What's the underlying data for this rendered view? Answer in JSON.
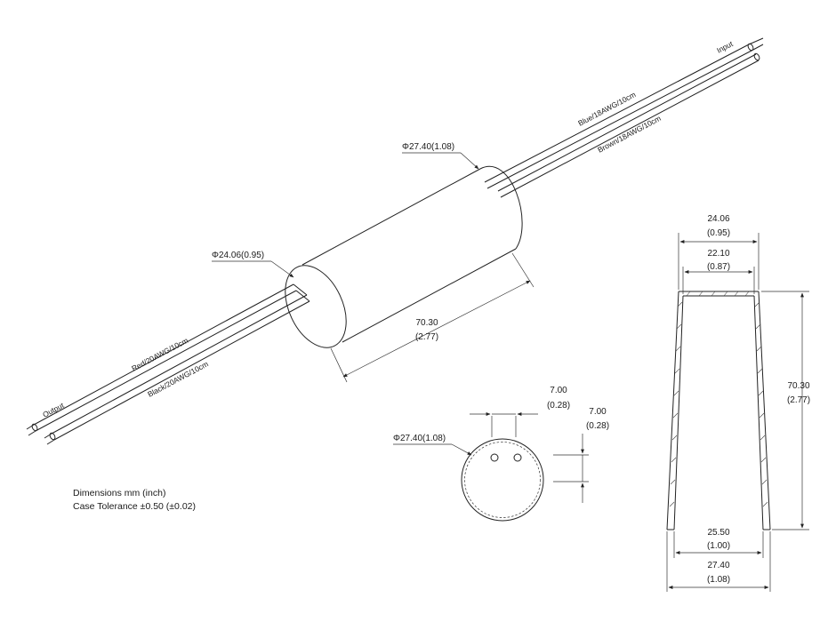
{
  "labels": {
    "input": "Input",
    "output": "Output",
    "wire_blue": "Blue/18AWG/10cm",
    "wire_brown": "Brown/18AWG/10cm",
    "wire_red": "Red/20AWG/10cm",
    "wire_black": "Black/20AWG/10cm"
  },
  "dims": {
    "body_dia_top": "Φ27.40(1.08)",
    "body_dia_small": "Φ24.06(0.95)",
    "length_mm": "70.30",
    "length_in": "(2.77)",
    "end_dia": "Φ27.40(1.08)",
    "pin_spacing_h_mm": "7.00",
    "pin_spacing_h_in": "(0.28)",
    "pin_spacing_v_mm": "7.00",
    "pin_spacing_v_in": "(0.28)",
    "section_top_outer_mm": "24.06",
    "section_top_outer_in": "(0.95)",
    "section_top_inner_mm": "22.10",
    "section_top_inner_in": "(0.87)",
    "section_height_mm": "70.30",
    "section_height_in": "(2.77)",
    "section_bottom_inner_mm": "25.50",
    "section_bottom_inner_in": "(1.00)",
    "section_bottom_outer_mm": "27.40",
    "section_bottom_outer_in": "(1.08)"
  },
  "notes": {
    "line1": "Dimensions mm (inch)",
    "line2": "Case Tolerance ±0.50 (±0.02)"
  }
}
